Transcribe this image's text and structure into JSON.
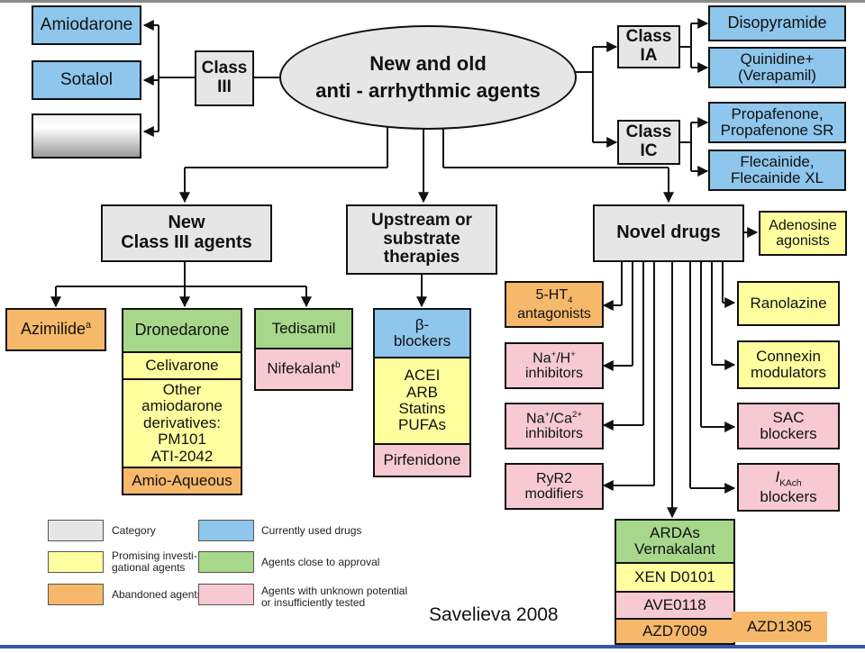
{
  "title": {
    "line1": "New and old",
    "line2": "anti - arrhythmic agents"
  },
  "class_iii": {
    "label_line1": "Class",
    "label_line2": "III",
    "drugs": [
      "Amiodarone",
      "Sotalol"
    ]
  },
  "class_ia": {
    "label_line1": "Class",
    "label_line2": "IA",
    "drugs": [
      {
        "line1": "Disopyramide",
        "line2": ""
      },
      {
        "line1": "Quinidine+",
        "line2": "(Verapamil)"
      }
    ]
  },
  "class_ic": {
    "label_line1": "Class",
    "label_line2": "IC",
    "drugs": [
      {
        "line1": "Propafenone,",
        "line2": "Propafenone SR"
      },
      {
        "line1": "Flecainide,",
        "line2": "Flecainide XL"
      }
    ]
  },
  "new_class_iii": {
    "label_line1": "New",
    "label_line2": "Class III agents",
    "azimilide": {
      "text": "Azimilide",
      "sup": "a"
    },
    "dronedarone_column": {
      "header": "Dronedarone",
      "celivarone": "Celivarone",
      "other": [
        "Other",
        "amiodarone",
        "derivatives:",
        "PM101",
        "ATI-2042"
      ],
      "amio": "Amio-Aqueous"
    },
    "tedisamil": "Tedisamil",
    "nifekalant": {
      "text": "Nifekalant",
      "sup": "b"
    }
  },
  "upstream": {
    "label_lines": [
      "Upstream or",
      "substrate",
      "therapies"
    ],
    "beta": {
      "line1": "β-",
      "line2": "blockers"
    },
    "list": [
      "ACEI",
      "ARB",
      "Statins",
      "PUFAs"
    ],
    "pirfenidone": "Pirfenidone"
  },
  "novel": {
    "label": "Novel drugs",
    "adenosine": {
      "line1": "Adenosine",
      "line2": "agonists"
    },
    "left": [
      {
        "line1_pre": "5-HT",
        "line1_sub": "4",
        "line2": "antagonists"
      },
      {
        "line1_pre": "Na",
        "line1_sup": "+",
        "line1_mid": "/H",
        "line1_sup2": "+",
        "line2": "inhibitors"
      },
      {
        "line1_pre": "Na",
        "line1_sup": "+",
        "line1_mid": "/Ca",
        "line1_sup2": "2+",
        "line2": "inhibitors"
      },
      {
        "line1_pre": "RyR2",
        "line2": "modifiers"
      }
    ],
    "right": [
      {
        "line1": "Ranolazine",
        "line2": ""
      },
      {
        "line1": "Connexin",
        "line2": "modulators"
      },
      {
        "line1": "SAC",
        "line2": "blockers"
      },
      {
        "line1_pre": "I",
        "line1_sub": "KAch",
        "line2": "blockers"
      }
    ],
    "ardas": {
      "line1": "ARDAs",
      "line2": "Vernakalant",
      "xen": "XEN D0101",
      "ave": "AVE0118",
      "azd7009": "AZD7009",
      "azd1305": "AZD1305"
    }
  },
  "legend": [
    {
      "label": "Category",
      "color": "#e6e6e6"
    },
    {
      "label": "Promising investi-\ngational agents",
      "color": "#ffffa0"
    },
    {
      "label": "Abandoned agents",
      "color": "#f6b86a"
    },
    {
      "label": "Currently used drugs",
      "color": "#8ec6ec"
    },
    {
      "label": "Agents close to approval",
      "color": "#a7d78b"
    },
    {
      "label": "Agents with unknown potential\nor insufficiently tested",
      "color": "#f7cad3"
    }
  ],
  "caption": "Savelieva 2008"
}
